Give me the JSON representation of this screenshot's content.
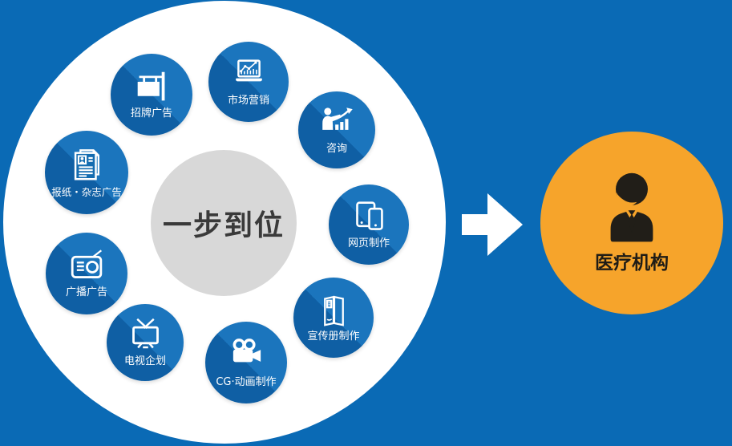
{
  "diagram_type": "service-flow-infographic",
  "hub": {
    "label": "一步到位"
  },
  "services": [
    {
      "name": "signboard-ad",
      "label": "招牌广告",
      "icon": "signboard-icon"
    },
    {
      "name": "marketing",
      "label": "市场营销",
      "icon": "laptop-chart-icon"
    },
    {
      "name": "consulting",
      "label": "咨询",
      "icon": "consultant-growth-icon"
    },
    {
      "name": "web-production",
      "label": "网页制作",
      "icon": "tablet-phone-icon"
    },
    {
      "name": "brochure-production",
      "label": "宣传册制作",
      "icon": "brochure-icon"
    },
    {
      "name": "cg-animation",
      "label": "CG·动画制作",
      "icon": "movie-camera-icon"
    },
    {
      "name": "tv-planning",
      "label": "电视企划",
      "icon": "tv-icon"
    },
    {
      "name": "radio-ad",
      "label": "广播广告",
      "icon": "radio-icon"
    },
    {
      "name": "newspaper-magazine-ad",
      "label": "报纸・杂志广告",
      "icon": "newspaper-icon"
    }
  ],
  "arrow": {
    "icon": "arrow-right-icon",
    "direction": "right"
  },
  "target": {
    "label": "医疗机构",
    "icon": "businessperson-icon"
  },
  "colors": {
    "background": "#0a6ab5",
    "service_circle_light": "#1b75bd",
    "service_circle_dark": "#0f5fa4",
    "platform_circle": "#ffffff",
    "hub_fill": "#d8d8d8",
    "hub_text": "#3a3a3a",
    "target_fill": "#f6a42b",
    "target_icon": "#211e18",
    "label_text": "#ffffff"
  }
}
